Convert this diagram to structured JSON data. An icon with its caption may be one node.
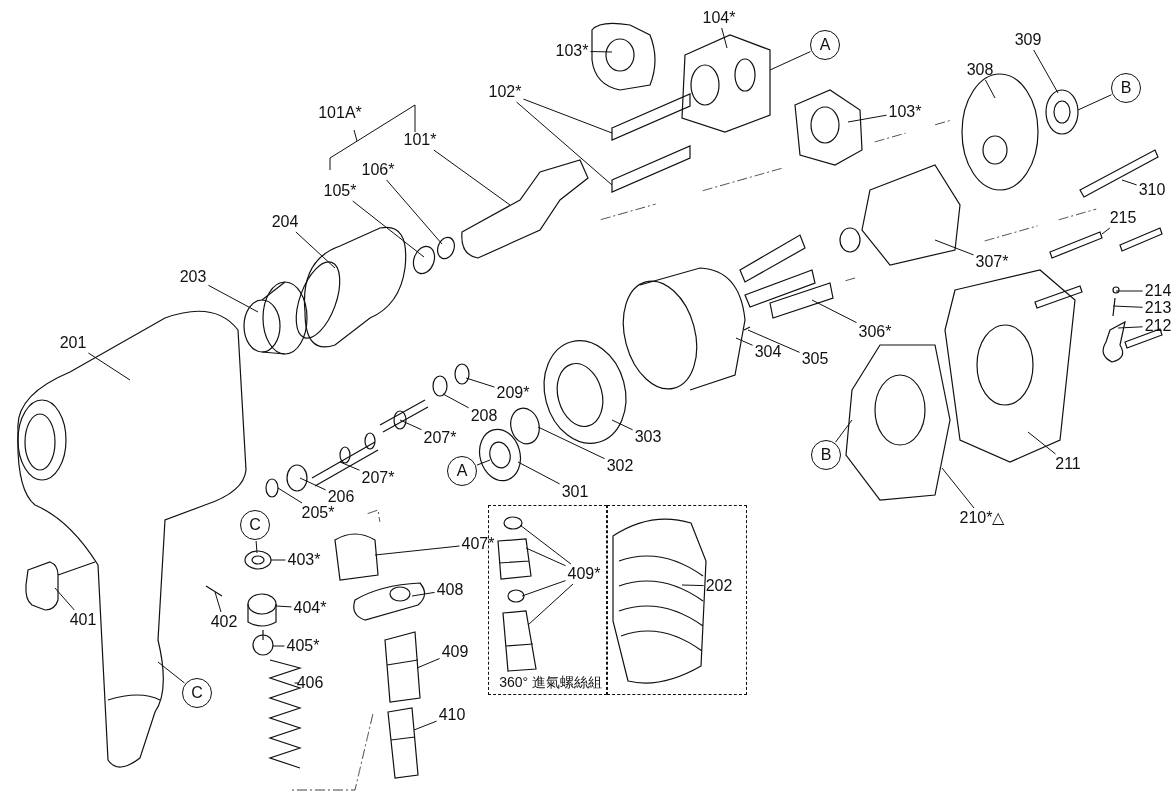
{
  "diagram": {
    "nodes": [
      {
        "text": [
          "103*"
        ]
      },
      {
        "text": [
          "104*"
        ]
      },
      {
        "text": [
          "A"
        ]
      },
      {
        "text": [
          "102*"
        ]
      },
      {
        "text": [
          "101A*"
        ]
      },
      {
        "text": [
          "101*"
        ]
      },
      {
        "text": [
          "103*"
        ]
      },
      {
        "text": [
          "308"
        ]
      },
      {
        "text": [
          "309"
        ]
      },
      {
        "text": [
          "B"
        ]
      },
      {
        "text": [
          "310"
        ]
      },
      {
        "text": [
          "106*"
        ]
      },
      {
        "text": [
          "105*"
        ]
      },
      {
        "text": [
          "204"
        ]
      },
      {
        "text": [
          "203"
        ]
      },
      {
        "text": [
          "201"
        ]
      },
      {
        "text": [
          "215"
        ]
      },
      {
        "text": [
          "307*"
        ]
      },
      {
        "text": [
          "214"
        ]
      },
      {
        "text": [
          "213"
        ]
      },
      {
        "text": [
          "212"
        ]
      },
      {
        "text": [
          "306*"
        ]
      },
      {
        "text": [
          "305"
        ]
      },
      {
        "text": [
          "304"
        ]
      },
      {
        "text": [
          "209*"
        ]
      },
      {
        "text": [
          "208"
        ]
      },
      {
        "text": [
          "303"
        ]
      },
      {
        "text": [
          "207*"
        ]
      },
      {
        "text": [
          "302"
        ]
      },
      {
        "text": [
          "207*"
        ]
      },
      {
        "text": [
          "B"
        ]
      },
      {
        "text": [
          "211"
        ]
      },
      {
        "text": [
          "A"
        ]
      },
      {
        "text": [
          "206"
        ]
      },
      {
        "text": [
          "301"
        ]
      },
      {
        "text": [
          "205*"
        ]
      },
      {
        "text": [
          "210*△"
        ]
      },
      {
        "text": [
          "C"
        ]
      },
      {
        "text": [
          "403*"
        ]
      },
      {
        "text": [
          "407*"
        ]
      },
      {
        "text": [
          "360° 進氣螺絲組"
        ]
      },
      {
        "text": [
          "409*"
        ],
        "in": 40
      },
      {
        "text": [],
        "shape": "box"
      },
      {
        "text": [
          "202"
        ],
        "in": 42
      },
      {
        "text": [
          "401"
        ]
      },
      {
        "text": [
          "402"
        ]
      },
      {
        "text": [
          "404*"
        ]
      },
      {
        "text": [
          "408"
        ]
      },
      {
        "text": [
          "405*"
        ]
      },
      {
        "text": [
          "409"
        ]
      },
      {
        "text": [
          "406"
        ]
      },
      {
        "text": [
          "C"
        ]
      },
      {
        "text": [
          "410"
        ]
      },
      {
        "text": [],
        "shape": "picture"
      },
      {
        "text": [],
        "shape": "picture"
      },
      {
        "text": [],
        "shape": "bar"
      },
      {
        "text": [],
        "shape": "bar"
      },
      {
        "text": [],
        "shape": "picture"
      },
      {
        "text": [],
        "shape": "picture"
      },
      {
        "text": [],
        "shape": "circle"
      },
      {
        "text": [],
        "shape": "circle"
      },
      {
        "text": [],
        "shape": "bar"
      },
      {
        "text": [],
        "shape": "circle"
      },
      {
        "text": [],
        "shape": "circle"
      },
      {
        "text": [],
        "shape": "cylinder"
      },
      {
        "text": [],
        "shape": "cylinder"
      },
      {
        "text": [],
        "shape": "picture"
      },
      {
        "text": [],
        "shape": "bar"
      },
      {
        "text": [],
        "shape": "picture"
      },
      {
        "text": [],
        "shape": "circle"
      },
      {
        "text": [],
        "shape": "bar"
      },
      {
        "text": [],
        "shape": "picture"
      },
      {
        "text": [],
        "shape": "picture"
      },
      {
        "text": [],
        "shape": "bar"
      },
      {
        "text": [],
        "shape": "cylinder"
      },
      {
        "text": [],
        "shape": "circle"
      },
      {
        "text": [],
        "shape": "circle"
      },
      {
        "text": [],
        "shape": "circle"
      },
      {
        "text": [],
        "shape": "picture"
      },
      {
        "text": [],
        "shape": "circle"
      },
      {
        "text": [],
        "shape": "picture"
      },
      {
        "text": [],
        "shape": "picture"
      },
      {
        "text": [],
        "shape": "picture"
      },
      {
        "text": [],
        "shape": "circle"
      },
      {
        "text": [],
        "shape": "circle"
      },
      {
        "text": [],
        "shape": "circle"
      },
      {
        "text": [],
        "shape": "circle"
      },
      {
        "text": [],
        "shape": "picture"
      },
      {
        "text": [],
        "shape": "circle",
        "in": 40
      },
      {
        "text": [],
        "shape": "box",
        "in": 40
      },
      {
        "text": [],
        "shape": "circle",
        "in": 40
      },
      {
        "text": [],
        "shape": "box",
        "in": 40
      },
      {
        "text": [],
        "shape": "picture",
        "in": 42
      },
      {
        "text": [],
        "shape": "picture"
      },
      {
        "text": [],
        "shape": "bar"
      },
      {
        "text": [],
        "shape": "cylinder"
      },
      {
        "text": [],
        "shape": "picture"
      },
      {
        "text": [],
        "shape": "circle"
      },
      {
        "text": [],
        "shape": "box"
      },
      {
        "text": [],
        "shape": "picture"
      },
      {
        "text": [],
        "shape": "box"
      }
    ],
    "edges": [
      {
        "from": 0,
        "to": 53,
        "arrow": "none"
      },
      {
        "from": 1,
        "to": 54,
        "arrow": "none"
      },
      {
        "from": 2,
        "to": 54,
        "arrow": "none"
      },
      {
        "from": 3,
        "to": 55,
        "arrow": "none"
      },
      {
        "from": 3,
        "to": 56,
        "arrow": "none"
      },
      {
        "from": 5,
        "to": 57,
        "arrow": "none"
      },
      {
        "from": 6,
        "to": 58,
        "arrow": "none"
      },
      {
        "from": 7,
        "to": 59,
        "arrow": "none"
      },
      {
        "from": 8,
        "to": 60,
        "arrow": "none"
      },
      {
        "from": 9,
        "to": 60,
        "arrow": "none"
      },
      {
        "from": 10,
        "to": 61,
        "arrow": "none"
      },
      {
        "from": 11,
        "to": 62,
        "arrow": "none"
      },
      {
        "from": 12,
        "to": 63,
        "arrow": "none"
      },
      {
        "from": 13,
        "to": 64,
        "arrow": "none"
      },
      {
        "from": 14,
        "to": 65,
        "arrow": "none"
      },
      {
        "from": 15,
        "to": 66,
        "arrow": "none"
      },
      {
        "from": 16,
        "to": 67,
        "arrow": "none"
      },
      {
        "from": 17,
        "to": 68,
        "arrow": "none"
      },
      {
        "from": 18,
        "to": 69,
        "arrow": "none"
      },
      {
        "from": 19,
        "to": 70,
        "arrow": "none"
      },
      {
        "from": 20,
        "to": 71,
        "arrow": "none"
      },
      {
        "from": 21,
        "to": 72,
        "arrow": "none"
      },
      {
        "from": 22,
        "to": 73,
        "arrow": "none"
      },
      {
        "from": 23,
        "to": 74,
        "arrow": "none"
      },
      {
        "from": 24,
        "to": 75,
        "arrow": "none"
      },
      {
        "from": 25,
        "to": 76,
        "arrow": "none"
      },
      {
        "from": 26,
        "to": 77,
        "arrow": "none"
      },
      {
        "from": 27,
        "to": 78,
        "arrow": "none"
      },
      {
        "from": 28,
        "to": 79,
        "arrow": "none"
      },
      {
        "from": 29,
        "to": 80,
        "arrow": "none"
      },
      {
        "from": 30,
        "to": 81,
        "arrow": "none"
      },
      {
        "from": 31,
        "to": 82,
        "arrow": "none"
      },
      {
        "from": 32,
        "to": 83,
        "arrow": "none"
      },
      {
        "from": 33,
        "to": 84,
        "arrow": "none"
      },
      {
        "from": 34,
        "to": 83,
        "arrow": "none"
      },
      {
        "from": 35,
        "to": 85,
        "arrow": "none"
      },
      {
        "from": 36,
        "to": 81,
        "arrow": "none"
      },
      {
        "from": 37,
        "to": 86,
        "arrow": "none"
      },
      {
        "from": 38,
        "to": 86,
        "arrow": "none"
      },
      {
        "from": 39,
        "to": 87,
        "arrow": "none"
      },
      {
        "from": 41,
        "to": 88,
        "arrow": "none"
      },
      {
        "from": 41,
        "to": 89,
        "arrow": "none"
      },
      {
        "from": 41,
        "to": 90,
        "arrow": "none"
      },
      {
        "from": 41,
        "to": 91,
        "arrow": "none"
      },
      {
        "from": 43,
        "to": 92,
        "arrow": "none"
      },
      {
        "from": 44,
        "to": 93,
        "arrow": "none"
      },
      {
        "from": 45,
        "to": 94,
        "arrow": "none"
      },
      {
        "from": 46,
        "to": 95,
        "arrow": "none"
      },
      {
        "from": 47,
        "to": 96,
        "arrow": "none"
      },
      {
        "from": 48,
        "to": 97,
        "arrow": "none"
      },
      {
        "from": 49,
        "to": 98,
        "arrow": "none"
      },
      {
        "from": 50,
        "to": 99,
        "arrow": "none"
      },
      {
        "from": 51,
        "to": 66,
        "arrow": "none"
      },
      {
        "from": 52,
        "to": 100,
        "arrow": "none"
      }
    ]
  }
}
